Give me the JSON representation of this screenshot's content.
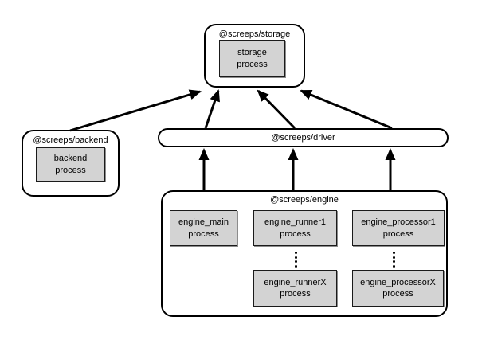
{
  "colors": {
    "background": "#ffffff",
    "node_fill": "#ffffff",
    "node_border": "#000000",
    "process_fill": "#d3d3d3",
    "arrow": "#000000"
  },
  "nodes": {
    "storage": {
      "title": "@screeps/storage",
      "process": "storage\nprocess"
    },
    "backend": {
      "title": "@screeps/backend",
      "process": "backend\nprocess"
    },
    "driver": {
      "title": "@screeps/driver"
    },
    "engine": {
      "title": "@screeps/engine",
      "main": "engine_main\nprocess",
      "runner1": "engine_runner1\nprocess",
      "processor1": "engine_processor1\nprocess",
      "runnerX": "engine_runnerX\nprocess",
      "processorX": "engine_processorX\nprocess"
    }
  },
  "edges": [
    {
      "from": "backend",
      "to": "storage"
    },
    {
      "from": "driver",
      "to": "storage",
      "note": "left"
    },
    {
      "from": "driver",
      "to": "storage",
      "note": "middle"
    },
    {
      "from": "driver",
      "to": "storage",
      "note": "right"
    },
    {
      "from": "engine (main column)",
      "to": "driver"
    },
    {
      "from": "engine (runner column)",
      "to": "driver"
    },
    {
      "from": "engine (processor column)",
      "to": "driver"
    }
  ]
}
